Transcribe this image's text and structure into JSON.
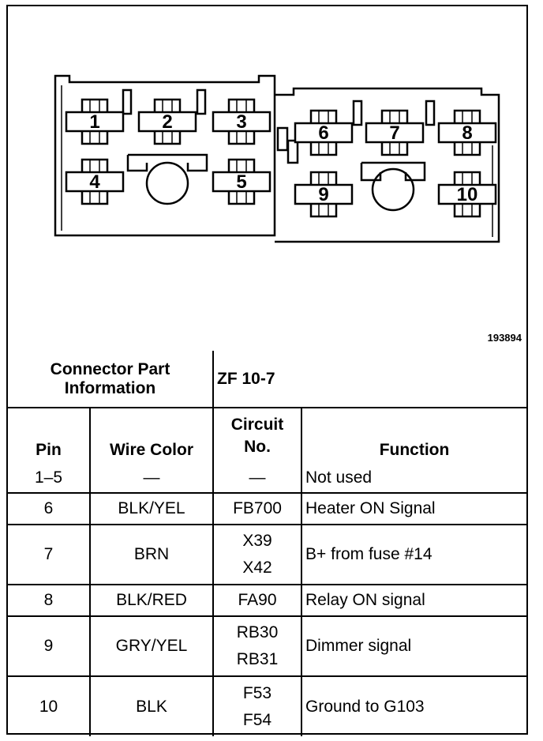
{
  "figure_number": "193894",
  "pin_labels": [
    "1",
    "2",
    "3",
    "4",
    "5",
    "6",
    "7",
    "8",
    "9",
    "10"
  ],
  "connector": {
    "label": "Connector Part Information",
    "value": "ZF 10-7"
  },
  "columns": {
    "pin": "Pin",
    "wire_color": "Wire Color",
    "circuit": "Circuit No.",
    "function": "Function"
  },
  "rows": [
    {
      "pin": "1–5",
      "wire": "—",
      "circuit": [
        "—"
      ],
      "function": "Not used"
    },
    {
      "pin": "6",
      "wire": "BLK/YEL",
      "circuit": [
        "FB700"
      ],
      "function": "Heater ON Signal"
    },
    {
      "pin": "7",
      "wire": "BRN",
      "circuit": [
        "X39",
        "X42"
      ],
      "function": "B+ from fuse #14"
    },
    {
      "pin": "8",
      "wire": "BLK/RED",
      "circuit": [
        "FA90"
      ],
      "function": "Relay ON signal"
    },
    {
      "pin": "9",
      "wire": "GRY/YEL",
      "circuit": [
        "RB30",
        "RB31"
      ],
      "function": "Dimmer signal"
    },
    {
      "pin": "10",
      "wire": "BLK",
      "circuit": [
        "F53",
        "F54"
      ],
      "function": "Ground to G103"
    }
  ]
}
